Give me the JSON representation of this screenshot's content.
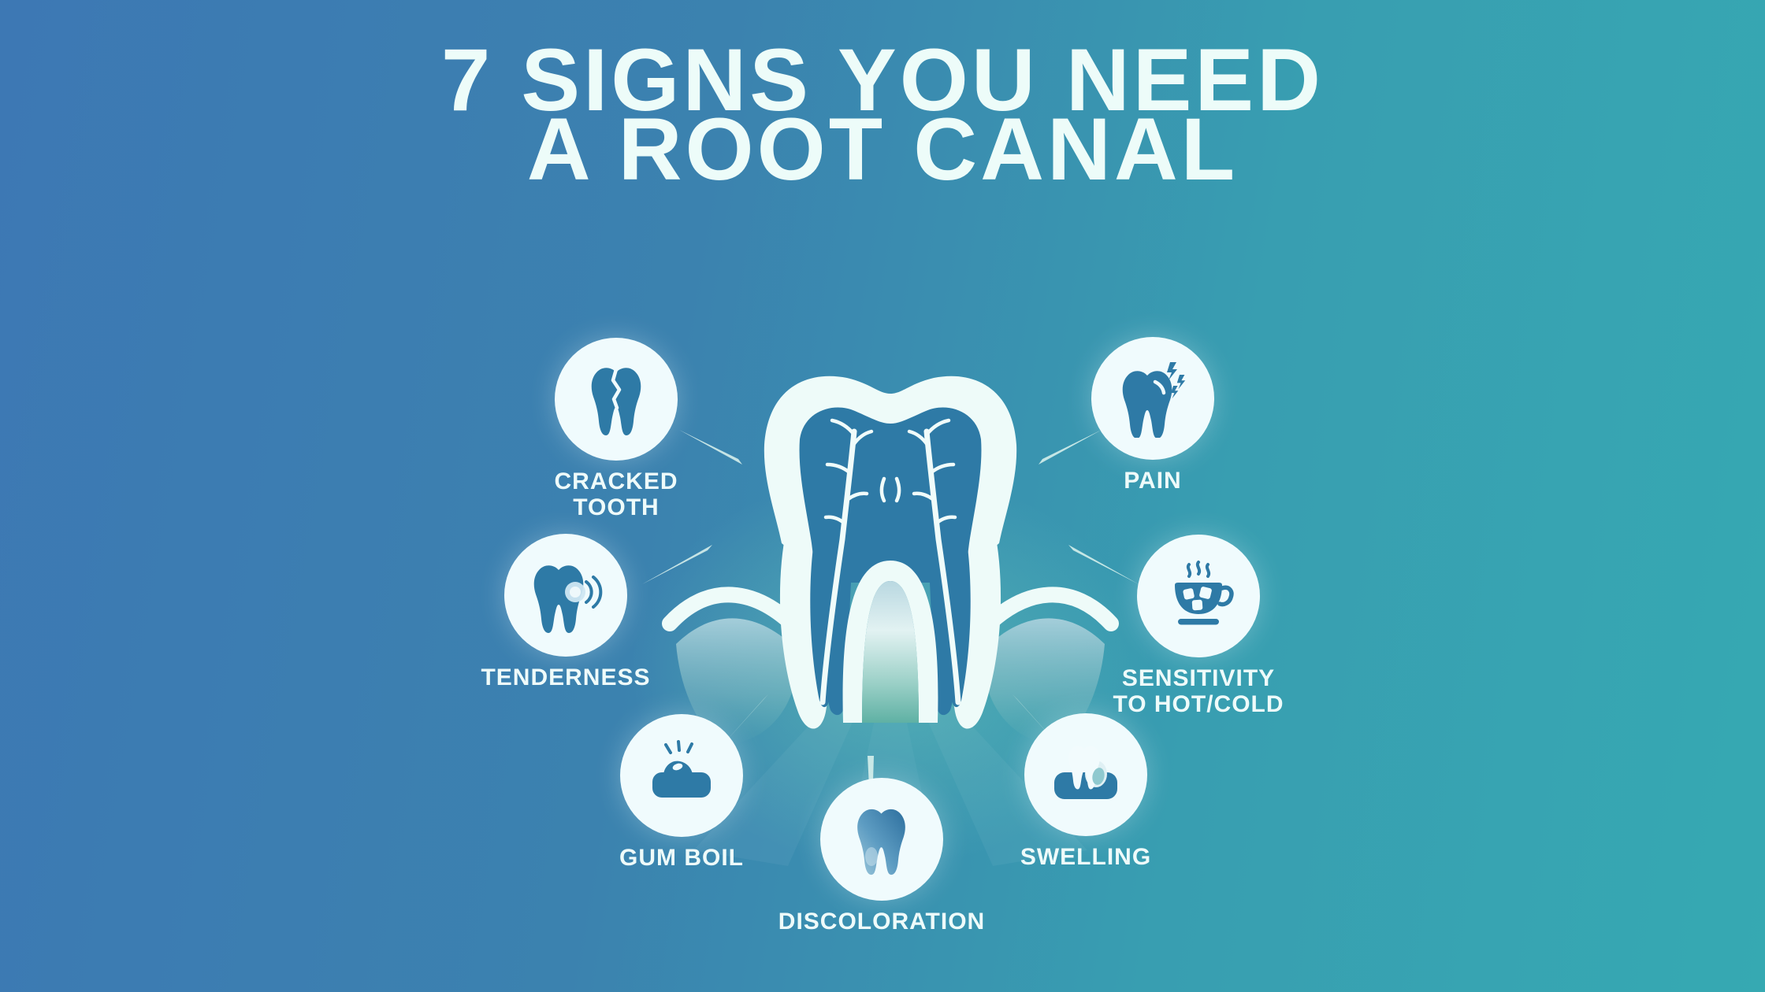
{
  "title": {
    "line1": "7 SIGNS YOU NEED",
    "line2": "A ROOT CANAL"
  },
  "signs": [
    {
      "id": "cracked-tooth",
      "icon": "cracked-tooth-icon",
      "lines": [
        "CRACKED",
        "TOOTH"
      ]
    },
    {
      "id": "pain",
      "icon": "tooth-pain-icon",
      "lines": [
        "PAIN"
      ]
    },
    {
      "id": "tenderness",
      "icon": "tooth-tenderness-icon",
      "lines": [
        "TENDERNESS"
      ]
    },
    {
      "id": "sensitivity",
      "icon": "hot-cold-cup-icon",
      "lines": [
        "SENSITIVITY",
        "TO HOT/COLD"
      ]
    },
    {
      "id": "gum-boil",
      "icon": "gum-boil-icon",
      "lines": [
        "GUM BOIL"
      ]
    },
    {
      "id": "discoloration",
      "icon": "discolored-tooth-icon",
      "lines": [
        "DISCOLORATION"
      ]
    },
    {
      "id": "swelling",
      "icon": "swollen-gum-icon",
      "lines": [
        "SWELLING"
      ]
    }
  ],
  "central_illustration": {
    "icon": "tooth-cross-section-illustration"
  },
  "colors": {
    "background_left": "#3d78b4",
    "background_right": "#36a9b2",
    "icon_circle": "#f0fbfd",
    "icon_glyph": "#2e7aa6",
    "tooth_white": "#eefbf9",
    "dentin_blue": "#2e7aa6",
    "glow_teal": "#6ecfbb",
    "text": "#edfcf9"
  }
}
